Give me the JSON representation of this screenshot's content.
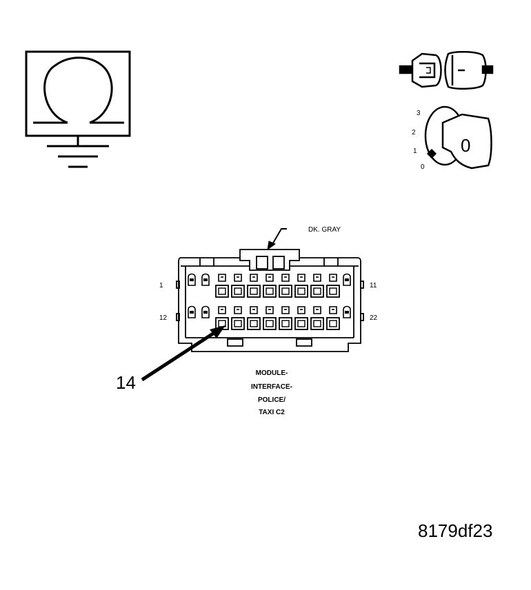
{
  "ohmmeter": {
    "icon": "ohm-symbol-meter-icon",
    "symbol": "Ω"
  },
  "ignition": {
    "icon": "ignition-key-switch-icon",
    "positions": [
      "3",
      "2",
      "1",
      "0"
    ],
    "key_position": "0"
  },
  "connector": {
    "wire_color_label": "DK. GRAY",
    "pin_labels": {
      "top_left": "1",
      "top_right": "11",
      "bottom_left": "12",
      "bottom_right": "22"
    },
    "callout_pin": "14",
    "name_lines": [
      "MODULE-",
      "INTERFACE-",
      "POLICE/",
      "TAXI C2"
    ]
  },
  "figure_id": "8179df23"
}
